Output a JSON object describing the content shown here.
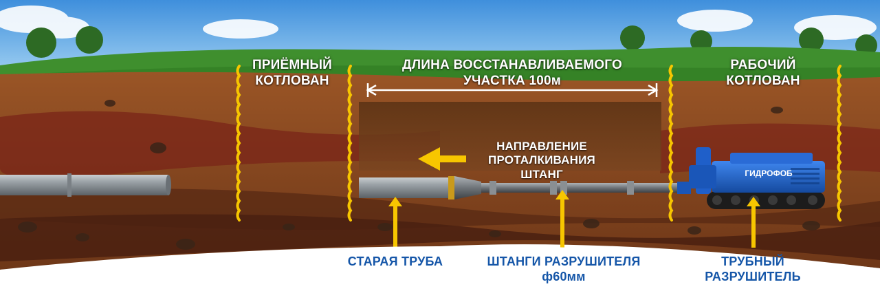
{
  "labels": {
    "receiving_pit": [
      "ПРИЁМНЫЙ",
      "КОТЛОВАН"
    ],
    "length": [
      "ДЛИНА ВОССТАНАВЛИВАЕМОГО",
      "УЧАСТКА 100м"
    ],
    "working_pit": [
      "РАБОЧИЙ",
      "КОТЛОВАН"
    ],
    "direction": [
      "НАПРАВЛЕНИЕ",
      "ПРОТАЛКИВАНИЯ ШТАНГ"
    ],
    "old_pipe": "СТАРАЯ ТРУБА",
    "rods": [
      "ШТАНГИ РАЗРУШИТЕЛЯ",
      "ф60мм"
    ],
    "breaker": [
      "ТРУБНЫЙ",
      "РАЗРУШИТЕЛЬ"
    ]
  },
  "machine_brand": "ГИДРОФОБ",
  "colors": {
    "sky": "#5aa6e6",
    "grass": "#3f8f2e",
    "soil": "#8a4a22",
    "soil_dark": "#5a2a14",
    "clay_red": "#7a2418",
    "pipe": "#8f969c",
    "rod": "#6f7479",
    "machine": "#1f5fc9",
    "marker_yellow": "#f7c600",
    "label_blue": "#1556a8"
  }
}
